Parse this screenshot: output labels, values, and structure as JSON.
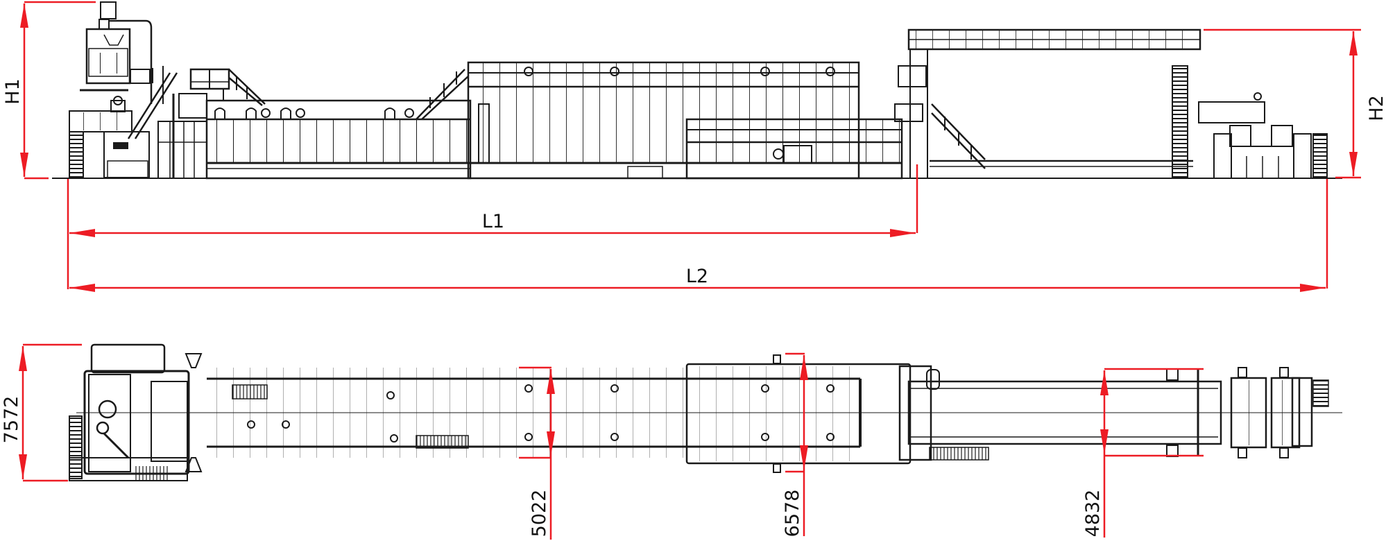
{
  "drawing": {
    "views": {
      "side_elevation": "side view of production line",
      "plan_view": "top view of production line"
    },
    "colors": {
      "dimension": "#ed1c24",
      "linework": "#1a1a1a",
      "background": "#ffffff"
    }
  },
  "dimensions": {
    "h1": {
      "label": "H1"
    },
    "h2": {
      "label": "H2"
    },
    "l1": {
      "label": "L1"
    },
    "l2": {
      "label": "L2"
    },
    "width_infeed": {
      "label": "7572"
    },
    "width_section_1": {
      "label": "5022"
    },
    "width_section_2": {
      "label": "6578"
    },
    "width_section_3": {
      "label": "4832"
    }
  }
}
